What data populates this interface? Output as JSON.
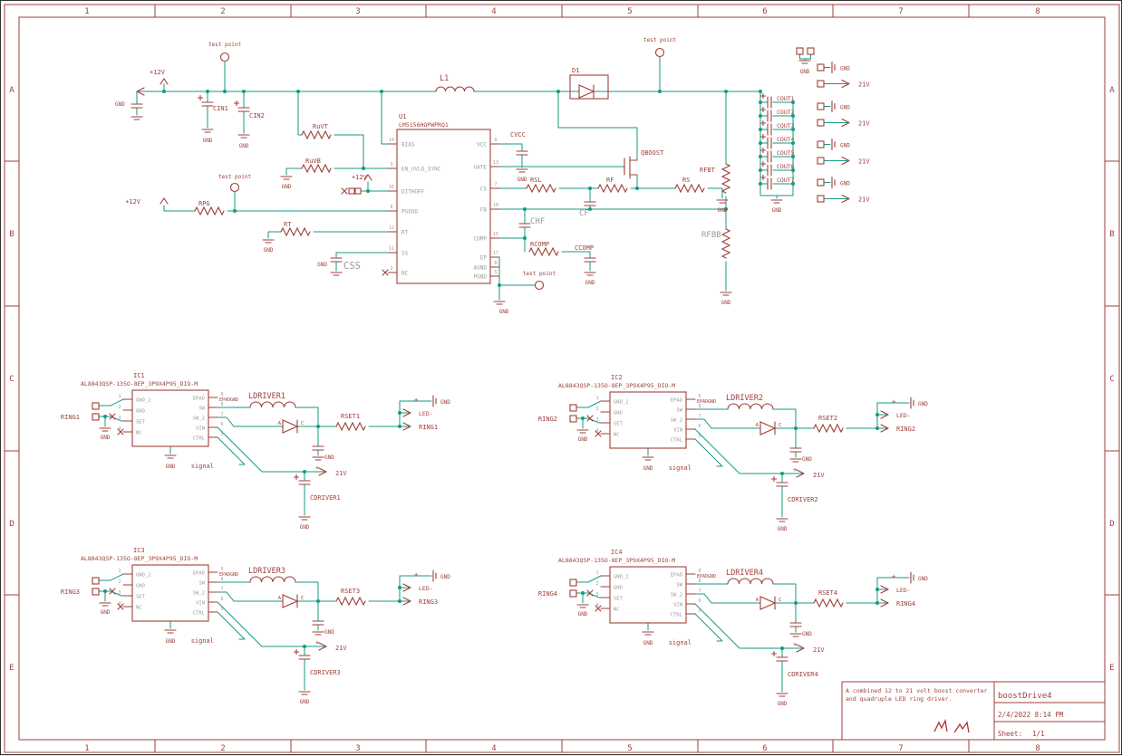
{
  "colors": {
    "symbol": "#9e3f38",
    "net": "#169a83",
    "muted": "#9b9b9b",
    "background": "#ffffff"
  },
  "frame": {
    "columns": [
      "1",
      "2",
      "3",
      "4",
      "5",
      "6",
      "7",
      "8"
    ],
    "rows": [
      "A",
      "B",
      "C",
      "D",
      "E"
    ]
  },
  "title_block": {
    "description_line1": "A combined 12 to 21 volt boost converter",
    "description_line2": "and quadruple LED ring driver.",
    "project_name": "boostDrive4",
    "timestamp": "2/4/2022 8:14 PM",
    "sheet_label": "Sheet:",
    "sheet_number": "1/1"
  },
  "nets": {
    "gnd": "GND",
    "p12v": "+12V",
    "v21": "21V",
    "test_point": "test point",
    "signal": "signal",
    "led_minus": "LED-",
    "plus": "+",
    "epad_gnd": "EPADGND",
    "anode": "A",
    "cathode": "C"
  },
  "boost": {
    "u1": {
      "ref": "U1",
      "value": "LM5156HQPWPRQ1",
      "left_pins": [
        {
          "name": "BIAS",
          "num": "14"
        },
        {
          "name": "EN_UVLO_SYNC",
          "num": "3"
        },
        {
          "name": "DITHOFF",
          "num": "16"
        },
        {
          "name": "PGOOD",
          "num": "6"
        },
        {
          "name": "RT",
          "num": "12"
        },
        {
          "name": "SS",
          "num": "11"
        },
        {
          "name": "NC",
          "num": "2"
        }
      ],
      "right_pins": [
        {
          "name": "VCC",
          "num": "9"
        },
        {
          "name": "GATE",
          "num": "13"
        },
        {
          "name": "CS",
          "num": "7"
        },
        {
          "name": "FB",
          "num": "10"
        },
        {
          "name": "COMP",
          "num": "15"
        },
        {
          "name": "EP",
          "num": "17"
        },
        {
          "name": "AGND",
          "num": "8"
        },
        {
          "name": "PGND",
          "num": "5"
        }
      ]
    },
    "refs": {
      "l1": "L1",
      "d1": "D1",
      "cin1": "CIN1",
      "cin2": "CIN2",
      "ruvt": "RuVT",
      "ruvb": "RuVB",
      "rpg": "RPG",
      "rt": "RT",
      "css": "CSS",
      "cvcc": "CVCC",
      "qboost": "QBOOST",
      "rsl": "RSL",
      "rf": "RF",
      "rs": "RS",
      "chf": "CHF",
      "cf": "CF",
      "rcomp": "RCOMP",
      "ccomp": "CCOMP",
      "rfbt": "RFBT",
      "rfbb": "RFBB"
    },
    "output_caps": [
      "COUT1",
      "COUT2",
      "COUT3",
      "COUT4",
      "COUT5",
      "COUT6",
      "COUT7"
    ]
  },
  "ic_pins": {
    "left": [
      {
        "name": "GND_2",
        "num": "1"
      },
      {
        "name": "GND",
        "num": "2"
      },
      {
        "name": "SET",
        "num": "3"
      },
      {
        "name": "NC",
        "num": "4"
      }
    ],
    "right": [
      {
        "name": "EPAD",
        "num": "9"
      },
      {
        "name": "SW",
        "num": "8"
      },
      {
        "name": "SW_2",
        "num": "7"
      },
      {
        "name": "VIN",
        "num": "6"
      },
      {
        "name": "CTRL",
        "num": "5"
      }
    ]
  },
  "drivers": [
    {
      "ref": "IC1",
      "part": "AL8843QSP-135O-8EP_3P9X4P95_DIO-M",
      "inductor": "LDRIVER1",
      "rset": "RSET1",
      "cap": "CDRIVER1",
      "ring": "RING1"
    },
    {
      "ref": "IC2",
      "part": "AL8843QSP-135O-8EP_3P9X4P95_DIO-M",
      "inductor": "LDRIVER2",
      "rset": "RSET2",
      "cap": "CDRIVER2",
      "ring": "RING2"
    },
    {
      "ref": "IC3",
      "part": "AL8843QSP-135O-8EP_3P9X4P95_DIO-M",
      "inductor": "LDRIVER3",
      "rset": "RSET3",
      "cap": "CDRIVER3",
      "ring": "RING3"
    },
    {
      "ref": "IC4",
      "part": "AL8843QSP-135O-8EP_3P9X4P95_DIO-M",
      "inductor": "LDRIVER4",
      "rset": "RSET4",
      "cap": "CDRIVER4",
      "ring": "RING4"
    }
  ]
}
